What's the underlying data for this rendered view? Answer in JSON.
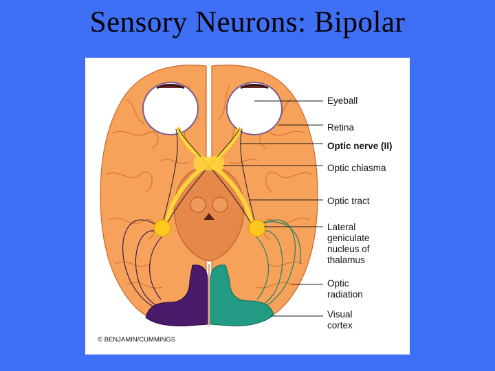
{
  "slide": {
    "title": "Sensory Neurons: Bipolar"
  },
  "figure": {
    "labels": {
      "eyeball": "Eyeball",
      "retina": "Retina",
      "optic_nerve": "Optic nerve (II)",
      "optic_chiasma": "Optic chiasma",
      "optic_tract": "Optic tract",
      "lgn": "Lateral\ngeniculate\nnucleus of\nthalamus",
      "optic_radiation": "Optic\nradiation",
      "visual_cortex": "Visual\ncortex"
    },
    "credit": "© BENJAMIN/CUMMINGS",
    "colors": {
      "background": "#3f6ff5",
      "brain": "#f7a25a",
      "brain_dark": "#e0783a",
      "brainstem": "#e6884a",
      "pathway": "#ffd43b",
      "nucleus": "#ffc81e",
      "left_cortex": "#4a1a6b",
      "right_cortex": "#239a84"
    }
  }
}
